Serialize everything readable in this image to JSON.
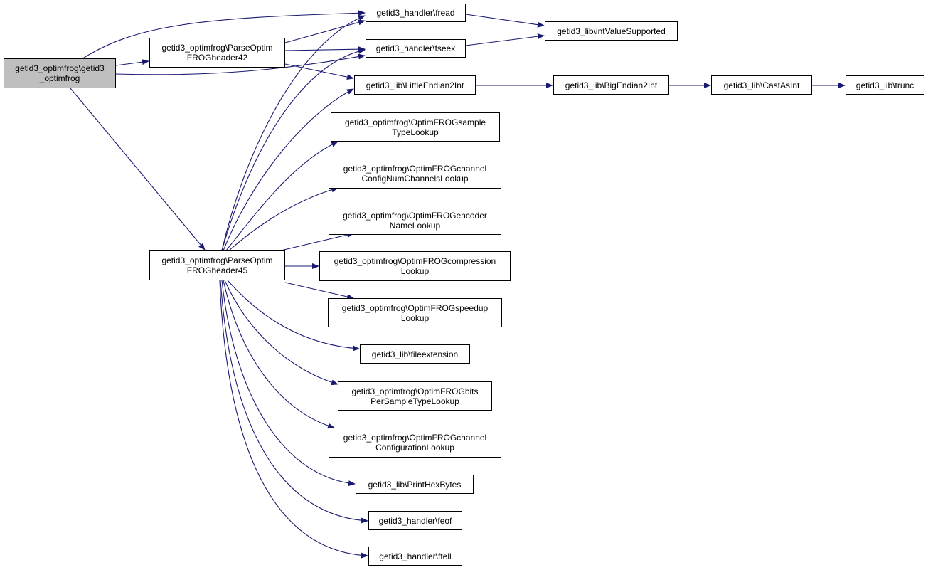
{
  "colors": {
    "edge": "#191970",
    "root_fill": "#bfbfbf",
    "node_fill": "#ffffff",
    "border": "#000000"
  },
  "nodes": {
    "root": {
      "line1": "getid3_optimfrog\\getid3",
      "line2": "_optimfrog"
    },
    "parse42": {
      "line1": "getid3_optimfrog\\ParseOptim",
      "line2": "FROGheader42"
    },
    "parse45": {
      "line1": "getid3_optimfrog\\ParseOptim",
      "line2": "FROGheader45"
    },
    "fread": {
      "line1": "getid3_handler\\fread",
      "line2": ""
    },
    "fseek": {
      "line1": "getid3_handler\\fseek",
      "line2": ""
    },
    "intvalue": {
      "line1": "getid3_lib\\intValueSupported",
      "line2": ""
    },
    "little": {
      "line1": "getid3_lib\\LittleEndian2Int",
      "line2": ""
    },
    "big": {
      "line1": "getid3_lib\\BigEndian2Int",
      "line2": ""
    },
    "castasint": {
      "line1": "getid3_lib\\CastAsInt",
      "line2": ""
    },
    "trunc": {
      "line1": "getid3_lib\\trunc",
      "line2": ""
    },
    "sampletype": {
      "line1": "getid3_optimfrog\\OptimFROGsample",
      "line2": "TypeLookup"
    },
    "channelnum": {
      "line1": "getid3_optimfrog\\OptimFROGchannel",
      "line2": "ConfigNumChannelsLookup"
    },
    "encoder": {
      "line1": "getid3_optimfrog\\OptimFROGencoder",
      "line2": "NameLookup"
    },
    "compression": {
      "line1": "getid3_optimfrog\\OptimFROGcompression",
      "line2": "Lookup"
    },
    "speedup": {
      "line1": "getid3_optimfrog\\OptimFROGspeedup",
      "line2": "Lookup"
    },
    "fileext": {
      "line1": "getid3_lib\\fileextension",
      "line2": ""
    },
    "bitsper": {
      "line1": "getid3_optimfrog\\OptimFROGbits",
      "line2": "PerSampleTypeLookup"
    },
    "chanconfig": {
      "line1": "getid3_optimfrog\\OptimFROGchannel",
      "line2": "ConfigurationLookup"
    },
    "printhex": {
      "line1": "getid3_lib\\PrintHexBytes",
      "line2": ""
    },
    "feof": {
      "line1": "getid3_handler\\feof",
      "line2": ""
    },
    "ftell": {
      "line1": "getid3_handler\\ftell",
      "line2": ""
    }
  },
  "edges": [
    [
      "root",
      "fread"
    ],
    [
      "root",
      "parse42"
    ],
    [
      "root",
      "fseek"
    ],
    [
      "root",
      "parse45"
    ],
    [
      "parse42",
      "fread"
    ],
    [
      "parse42",
      "fseek"
    ],
    [
      "parse42",
      "little"
    ],
    [
      "fread",
      "intvalue"
    ],
    [
      "fseek",
      "intvalue"
    ],
    [
      "little",
      "big"
    ],
    [
      "big",
      "castasint"
    ],
    [
      "castasint",
      "trunc"
    ],
    [
      "parse45",
      "fread"
    ],
    [
      "parse45",
      "fseek"
    ],
    [
      "parse45",
      "little"
    ],
    [
      "parse45",
      "sampletype"
    ],
    [
      "parse45",
      "channelnum"
    ],
    [
      "parse45",
      "encoder"
    ],
    [
      "parse45",
      "compression"
    ],
    [
      "parse45",
      "speedup"
    ],
    [
      "parse45",
      "fileext"
    ],
    [
      "parse45",
      "bitsper"
    ],
    [
      "parse45",
      "chanconfig"
    ],
    [
      "parse45",
      "printhex"
    ],
    [
      "parse45",
      "feof"
    ],
    [
      "parse45",
      "ftell"
    ]
  ]
}
